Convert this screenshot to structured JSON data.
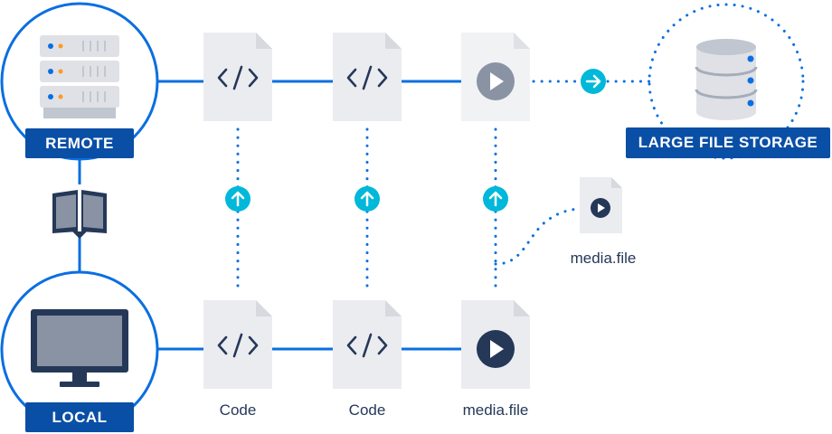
{
  "labels": {
    "remote": "REMOTE",
    "local": "LOCAL",
    "lfs": "LARGE FILE STORAGE"
  },
  "files": {
    "code_1": "Code",
    "code_2": "Code",
    "media_local": "media.file",
    "media_floating": "media.file"
  },
  "colors": {
    "primary": "#0a4fa6",
    "line": "#0a6fe0",
    "accent": "#00b8d9",
    "doc": "#ebecf0",
    "dark": "#253858",
    "grey_icon": "#8993a4"
  },
  "icons": {
    "remote": "server-icon",
    "local": "monitor-icon",
    "history": "book-icon",
    "storage": "database-icon",
    "code": "code-icon",
    "media": "play-icon",
    "transfer": "arrow-icon"
  }
}
